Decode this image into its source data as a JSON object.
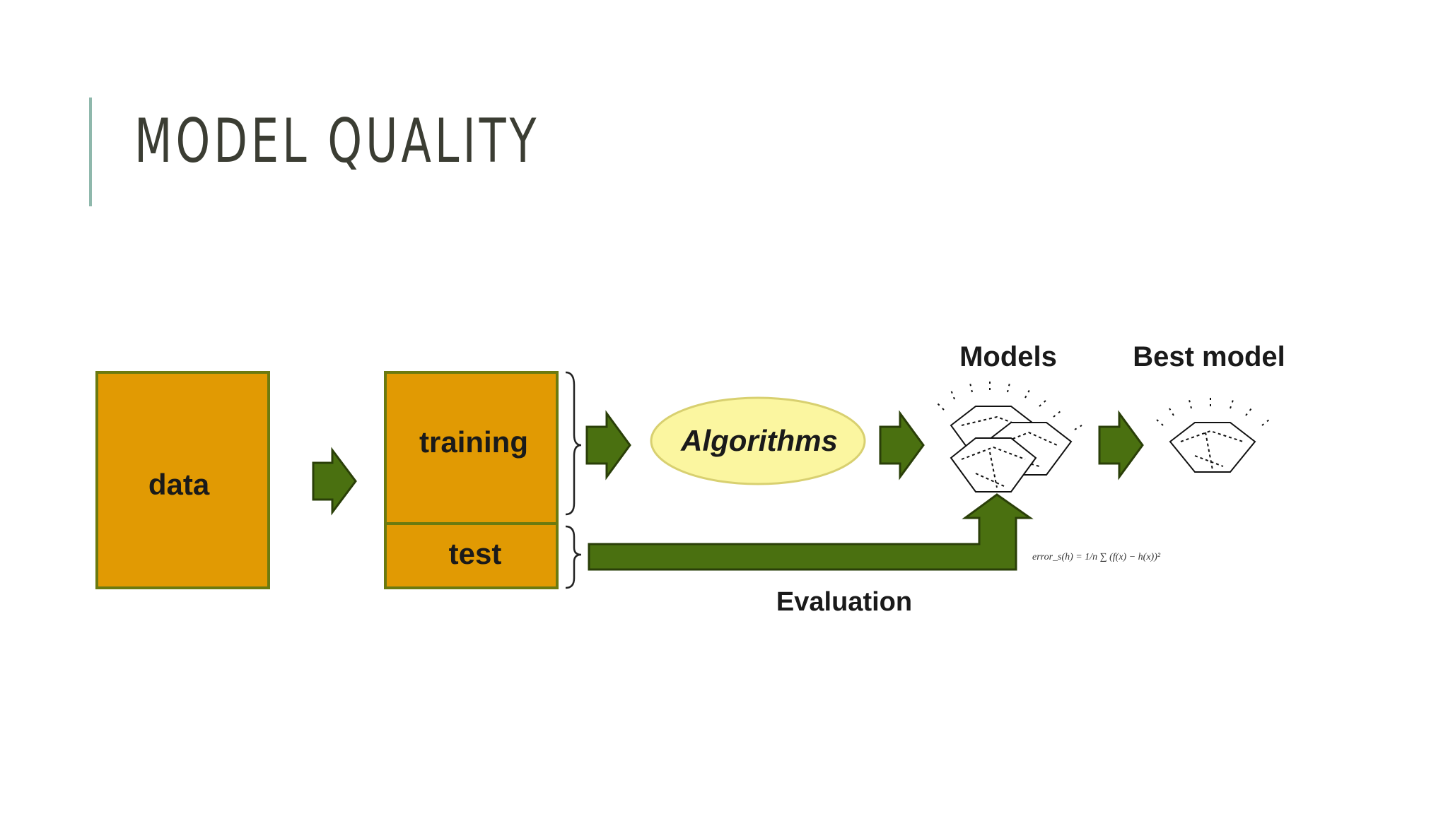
{
  "slide": {
    "title": "MODEL QUALITY"
  },
  "diagram": {
    "data_label": "data",
    "training_label": "training",
    "test_label": "test",
    "algorithms_label": "Algorithms",
    "models_label": "Models",
    "best_model_label": "Best model",
    "evaluation_label": "Evaluation",
    "formula": "error_s(h) = 1/n ∑ (f(x) − h(x))²",
    "colors": {
      "box_fill": "#e19a03",
      "box_border": "#6b7a10",
      "arrow_fill": "#4a7010",
      "ellipse_fill": "#fbf6a0",
      "ellipse_border": "#d8d070"
    }
  }
}
